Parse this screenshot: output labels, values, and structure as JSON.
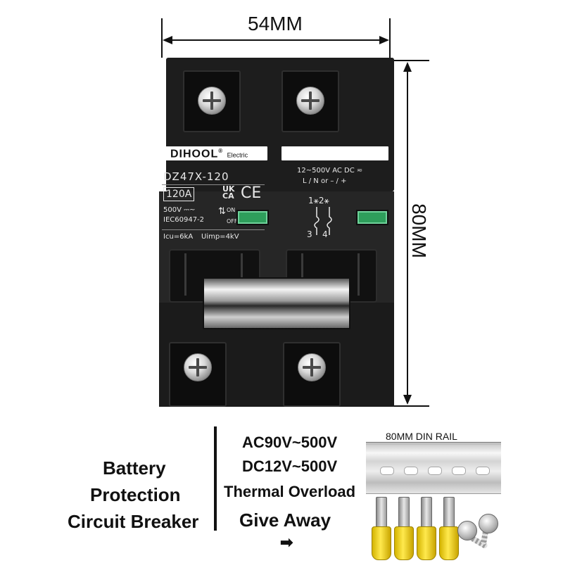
{
  "dimensions": {
    "width_label": "54MM",
    "height_label": "80MM"
  },
  "breaker": {
    "brand": "DIHOOL",
    "brand_mark": "®",
    "brand_sub": "Electric",
    "model": "DZ47X-120",
    "rating": "120A",
    "ukca": [
      "UK",
      "CA"
    ],
    "ce": "CE",
    "voltage": "500V",
    "voltage_symbol": "⎓~",
    "standard": "IEC60947-2",
    "on_label": "ON",
    "off_label": "OFF",
    "icu": "Icu=6kA",
    "uimp": "Uimp=4kV",
    "range_line1": "12~500V AC DC",
    "range_symbol": "≂",
    "range_line2": "L / N or – / +",
    "pole_top": "1⚹2⚹",
    "pole_bottom_left": "3",
    "pole_bottom_right": "4",
    "colors": {
      "body": "#1d1d1d",
      "indicator": "#2e9e5b"
    }
  },
  "features": {
    "left": [
      "Battery",
      "Protection",
      "Circuit Breaker"
    ],
    "right": [
      "AC90V~500V",
      "DC12V~500V",
      "Thermal Overload",
      "Give Away"
    ],
    "arrow_icon": "arrow-right-icon"
  },
  "accessories": {
    "rail_label": "80MM DIN RAIL"
  }
}
